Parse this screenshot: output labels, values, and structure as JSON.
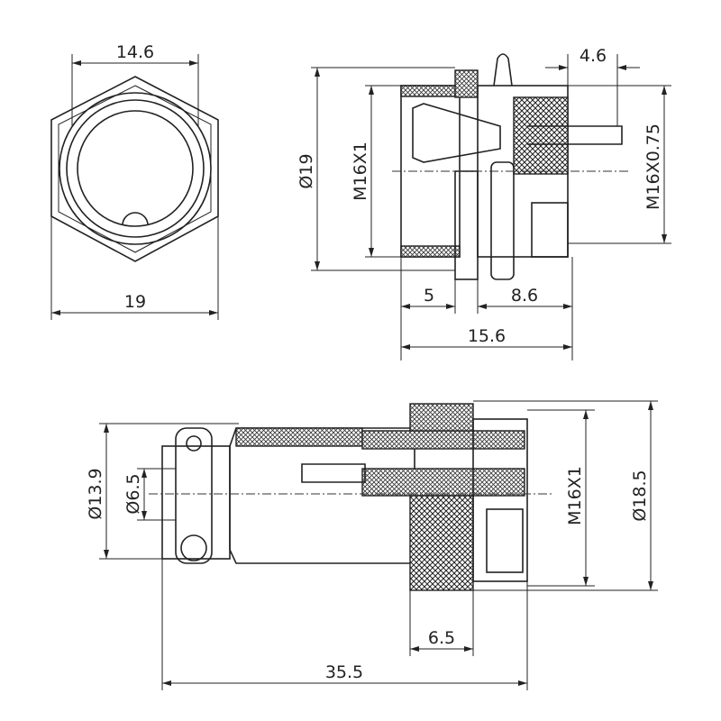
{
  "front_view": {
    "width_top": "14.6",
    "width_bottom": "19"
  },
  "side_view": {
    "diameter": "Ø19",
    "thread_left": "M16X1",
    "thread_right": "M16X0.75",
    "flange": "4.6",
    "depth_a": "5",
    "depth_b": "8.6",
    "depth_total": "15.6"
  },
  "plug_view": {
    "outer_diameter": "Ø13.9",
    "inner_diameter": "Ø6.5",
    "thread": "M16X1",
    "nut_diameter": "Ø18.5",
    "nut_length": "6.5",
    "total_length": "35.5"
  }
}
